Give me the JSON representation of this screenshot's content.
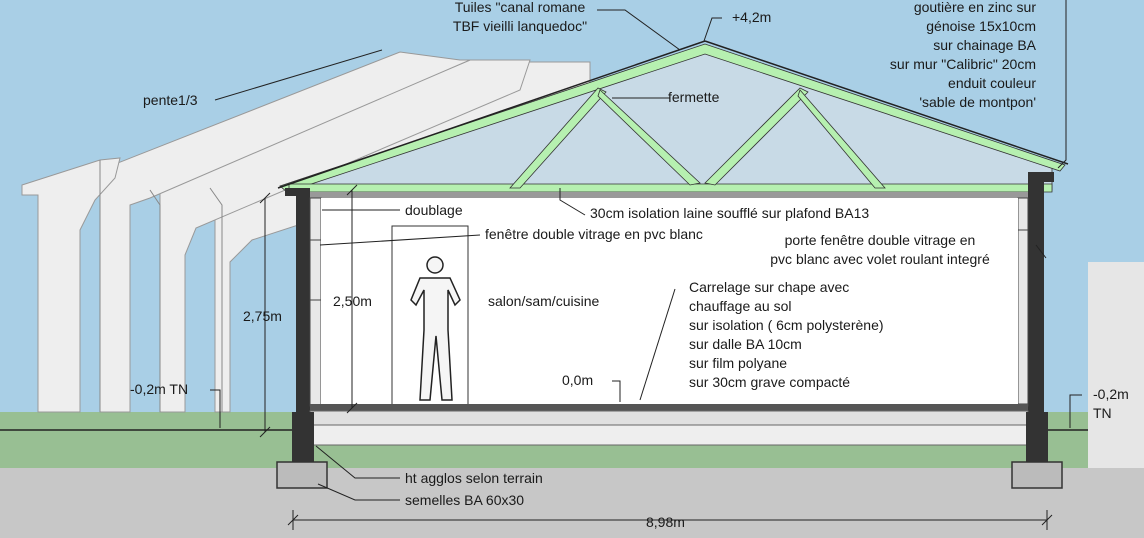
{
  "labels": {
    "tuiles": "Tuiles \"canal romane\nTBF vieilli lanquedoc\"",
    "height_top": "+4,2m",
    "gouttiere": "goutière en zinc sur\ngénoise 15x10cm\nsur chainage BA\nsur mur \"Calibric\" 20cm\nenduit couleur\n'sable de montpon'",
    "pente": "pente1/3",
    "fermette": "fermette",
    "doublage": "doublage",
    "isolation": "30cm isolation laine soufflé sur plafond BA13",
    "fenetre": "fenêtre double vitrage en pvc blanc",
    "porte_fenetre": "porte fenêtre double vitrage en\npvc blanc avec volet roulant integré",
    "height_wall": "2,75m",
    "height_ceiling": "2,50m",
    "room": "salon/sam/cuisine",
    "sol": "Carrelage sur chape avec\nchauffage au sol\nsur isolation ( 6cm polysterène)\nsur dalle BA 10cm\nsur film polyane\nsur 30cm grave compacté",
    "level_zero": "0,0m",
    "tn_left": "-0,2m TN",
    "tn_right": "-0,2m\nTN",
    "agglos": "ht agglos selon terrain",
    "semelles": "semelles BA 60x30",
    "width": "8,98m"
  }
}
